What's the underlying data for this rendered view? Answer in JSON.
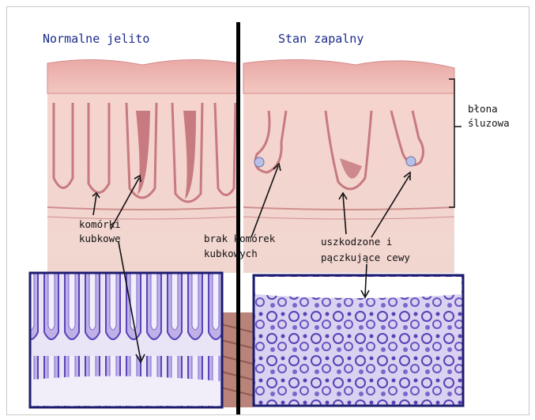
{
  "titles": {
    "left": "Normalne jelito",
    "right": "Stan zapalny"
  },
  "labels": {
    "mucosa_line1": "błona",
    "mucosa_line2": "śluzowa",
    "goblet_line1": "komórki",
    "goblet_line2": "kubkowe",
    "no_goblet_line1": "brak komórek",
    "no_goblet_line2": "kubkowych",
    "damaged_line1": "uszkodzone i",
    "damaged_line2": "pączkujące cewy"
  },
  "colors": {
    "tissue": "#f2c9c3",
    "tissue_dark": "#c9747a",
    "histology_bg": "#ece8f7",
    "histology_stain": "#6a4fc2",
    "frame_blue": "#1c1c6e",
    "divider": "#000000",
    "title_blue": "#1a2a8c"
  }
}
